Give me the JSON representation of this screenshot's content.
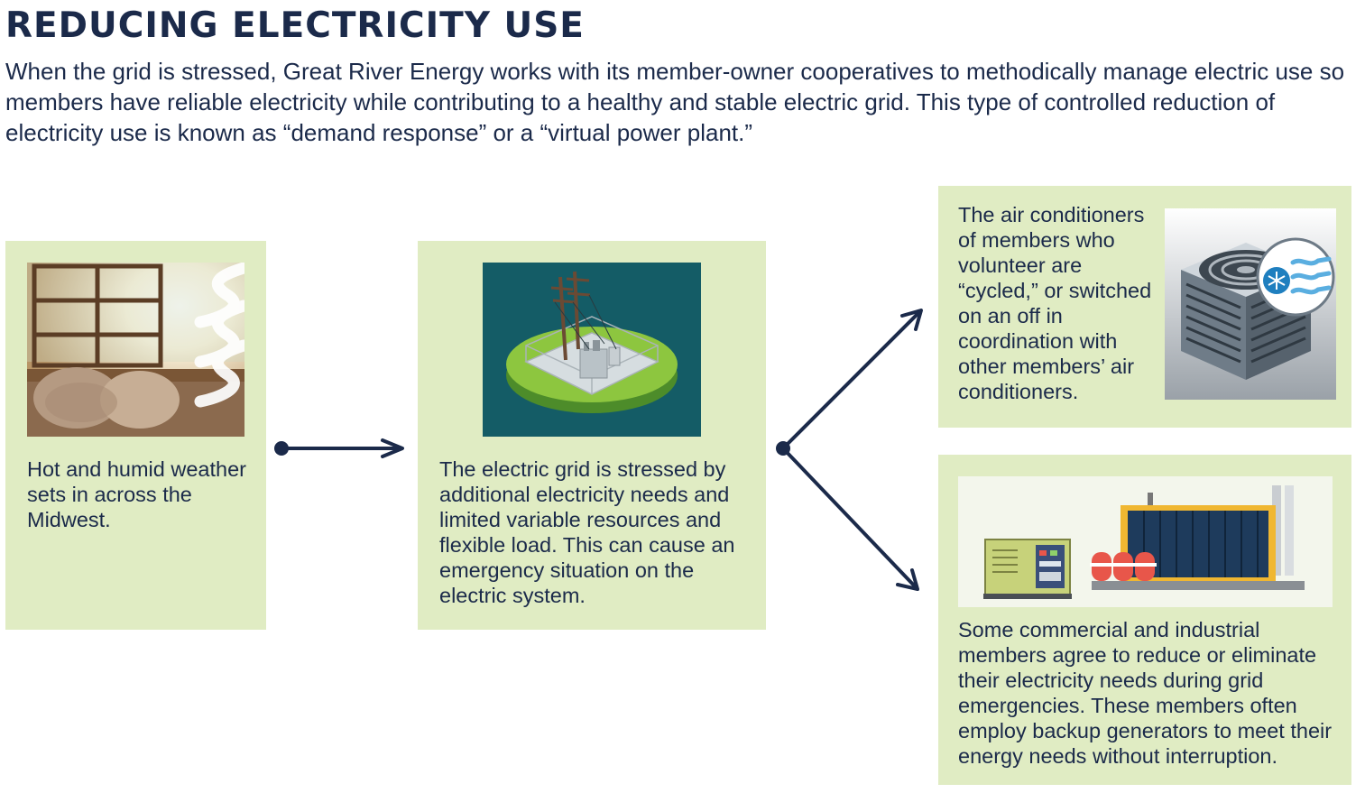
{
  "header": {
    "title": "REDUCING ELECTRICITY USE",
    "intro": "When the grid is stressed, Great River Energy works with its member-owner cooperatives to methodically manage electric use so members have reliable electricity while contributing to a healthy and stable electric grid. This type of controlled reduction of electricity use is known as “demand response” or a “virtual power plant.”"
  },
  "steps": {
    "weather": {
      "icon": "hot-window-icon",
      "text": "Hot and humid weather sets in across the Midwest."
    },
    "grid": {
      "icon": "substation-icon",
      "text": "The electric grid is stressed by additional electricity needs and limited variable resources and flexible load. This can cause an emergency situation on the electric system."
    },
    "ac": {
      "icon": "air-conditioner-icon",
      "text": "The air conditioners of members who volunteer are “cycled,” or switched on an off in coordination with other members’ air conditioners."
    },
    "industrial": {
      "icon": "backup-generator-icon",
      "text": "Some commercial and industrial members agree to reduce or eliminate their electricity needs during grid emergencies. These members often employ backup generators to meet their energy needs without interruption."
    }
  },
  "colors": {
    "navy": "#1b2a4a",
    "panel": "#e0ecc3",
    "teal": "#145c66",
    "light_blue": "#5aaee0"
  }
}
